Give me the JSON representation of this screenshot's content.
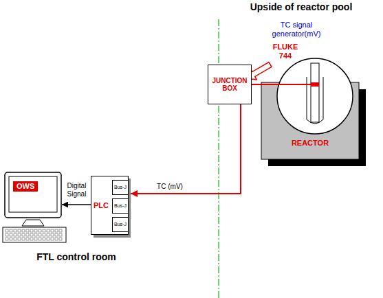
{
  "diagram": {
    "nodes": [
      {
        "text": [
          "JUNCTION BOX"
        ]
      },
      {
        "text": [
          "REACTOR"
        ]
      },
      {
        "text": [
          "OWS"
        ]
      },
      {
        "text": [
          "PLC"
        ]
      },
      {
        "text": [
          "Bus-J"
        ],
        "in": 3
      },
      {
        "text": [
          "Bus-J"
        ],
        "in": 3
      },
      {
        "text": [
          "Bus-J"
        ],
        "in": 3
      }
    ],
    "edges": [
      {
        "from": 0,
        "to": 1,
        "arrow": "none"
      },
      {
        "from": 0,
        "to": 3,
        "arrow": "to",
        "label": "TC (mV)"
      },
      {
        "from": 3,
        "to": 2,
        "arrow": "to",
        "label": "Digital Signal"
      }
    ],
    "labels": [
      "Upside of reactor pool",
      "TC signal generator(mV)",
      "FLUKE 744",
      "FTL control room"
    ]
  }
}
